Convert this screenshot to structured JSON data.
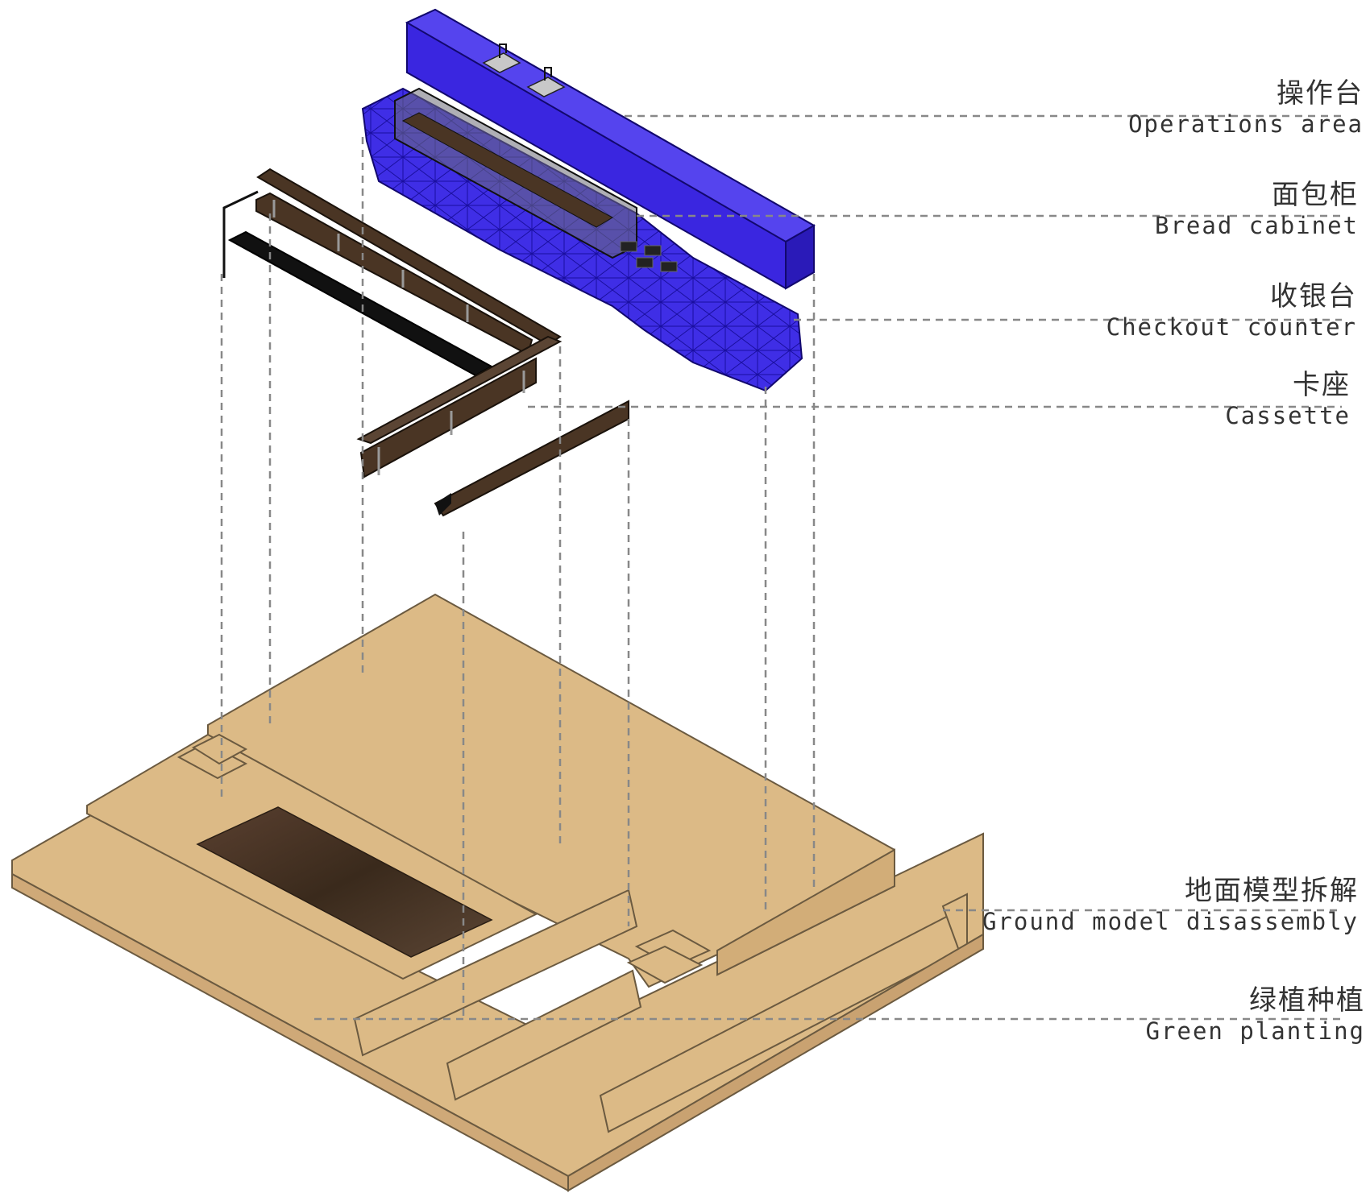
{
  "labels": [
    {
      "zh": "操作台",
      "en": "Operations area"
    },
    {
      "zh": "面包柜",
      "en": "Bread cabinet"
    },
    {
      "zh": "收银台",
      "en": "Checkout counter"
    },
    {
      "zh": "卡座",
      "en": "Cassette"
    },
    {
      "zh": "地面模型拆解",
      "en": "Ground model disassembly"
    },
    {
      "zh": "绿植种植",
      "en": "Green planting"
    }
  ],
  "colors": {
    "floor": "#dcba86",
    "floor_edge": "#6b5a40",
    "counter_blue": "#3a26e0",
    "wood": "#4a3524",
    "leader": "#888888"
  }
}
